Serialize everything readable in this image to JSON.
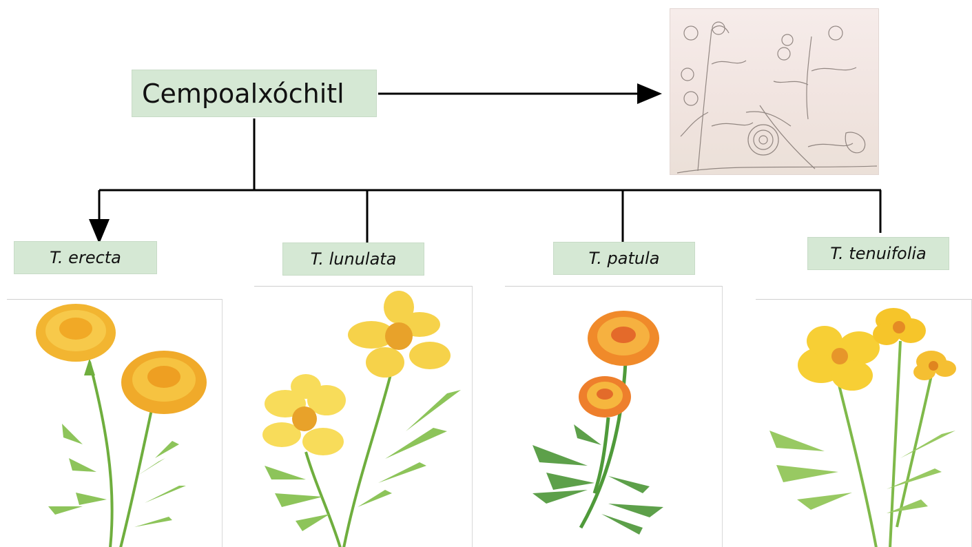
{
  "diagram": {
    "root": {
      "label": "Cempoalxóchitl"
    },
    "species": [
      {
        "label": "T. erecta"
      },
      {
        "label": "T. lunulata"
      },
      {
        "label": "T. patula"
      },
      {
        "label": "T. tenuifolia"
      }
    ],
    "images": {
      "codex": "codex-botanical-drawing",
      "erecta": "tagetes-erecta-illustration",
      "lunulata": "tagetes-lunulata-illustration",
      "patula": "tagetes-patula-illustration",
      "tenuifolia": "tagetes-tenuifolia-illustration"
    },
    "colors": {
      "node_fill": "#d5e8d4",
      "line": "#000000",
      "petal_yellow": "#f7c52d",
      "petal_orange": "#f08a2a",
      "leaf_green": "#7fb94a"
    }
  }
}
